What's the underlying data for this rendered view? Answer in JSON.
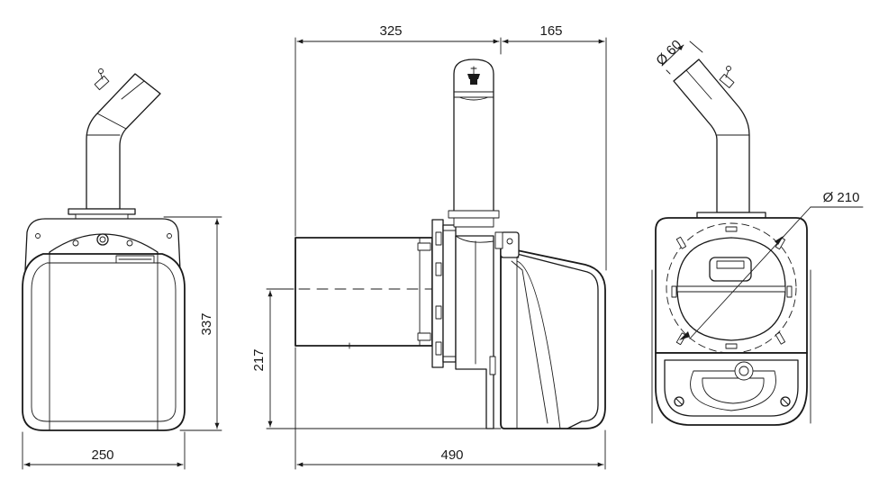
{
  "dimensions": {
    "width": "250",
    "height": "337",
    "front_length": "325",
    "rear_length": "165",
    "axis_height": "217",
    "total_length": "490",
    "pipe_diameter": "Ø 60",
    "flange_diameter": "Ø 210"
  },
  "colors": {
    "line": "#1a1a1a",
    "background": "#ffffff"
  }
}
